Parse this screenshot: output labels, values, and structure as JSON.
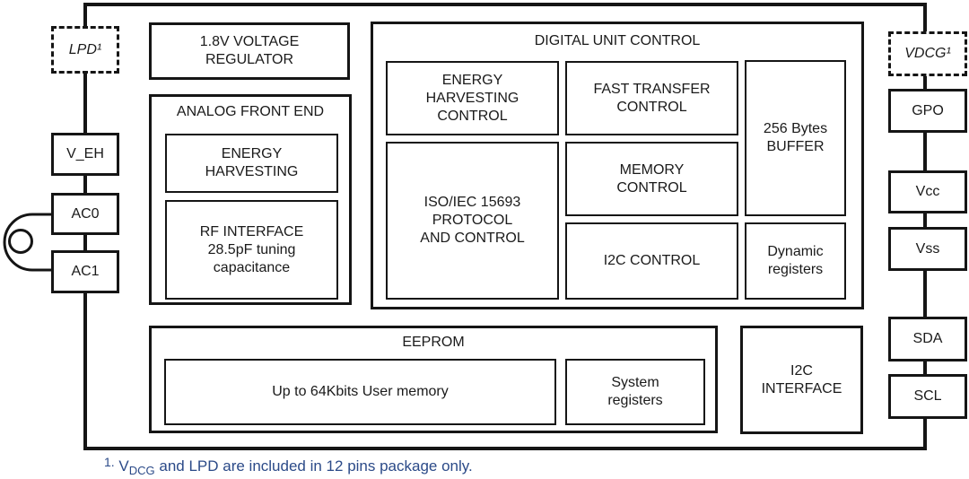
{
  "chip": {
    "regulator": {
      "label": "1.8V VOLTAGE\nREGULATOR"
    },
    "afe": {
      "title": "ANALOG FRONT END",
      "energy_harvesting": "ENERGY\nHARVESTING",
      "rf_interface": "RF INTERFACE\n28.5pF tuning\ncapacitance"
    },
    "duc": {
      "title": "DIGITAL UNIT CONTROL",
      "energy_harvesting_control": "ENERGY\nHARVESTING\nCONTROL",
      "fast_transfer_control": "FAST TRANSFER\nCONTROL",
      "buffer": "256 Bytes\nBUFFER",
      "iso_protocol": "ISO/IEC 15693\nPROTOCOL\nAND CONTROL",
      "memory_control": "MEMORY\nCONTROL",
      "i2c_control": "I2C CONTROL",
      "dynamic_registers": "Dynamic\nregisters"
    },
    "eeprom": {
      "title": "EEPROM",
      "user_memory": "Up to 64Kbits User memory",
      "system_registers": "System\nregisters"
    },
    "i2c_interface": "I2C\nINTERFACE"
  },
  "pins": {
    "left": [
      {
        "label": "LPD¹"
      },
      {
        "label": "V_EH"
      },
      {
        "label": "AC0"
      },
      {
        "label": "AC1"
      }
    ],
    "right": [
      {
        "label": "VDCG¹"
      },
      {
        "label": "GPO"
      },
      {
        "label": "Vcc"
      },
      {
        "label": "Vss"
      },
      {
        "label": "SDA"
      },
      {
        "label": "SCL"
      }
    ]
  },
  "footnote": {
    "marker": "1.",
    "v": "V",
    "v_sub": "DCG",
    "rest": " and LPD are included in 12 pins package only."
  },
  "colors": {
    "line": "#151515",
    "footnote_blue": "#2b4a88",
    "background": "#ffffff"
  }
}
